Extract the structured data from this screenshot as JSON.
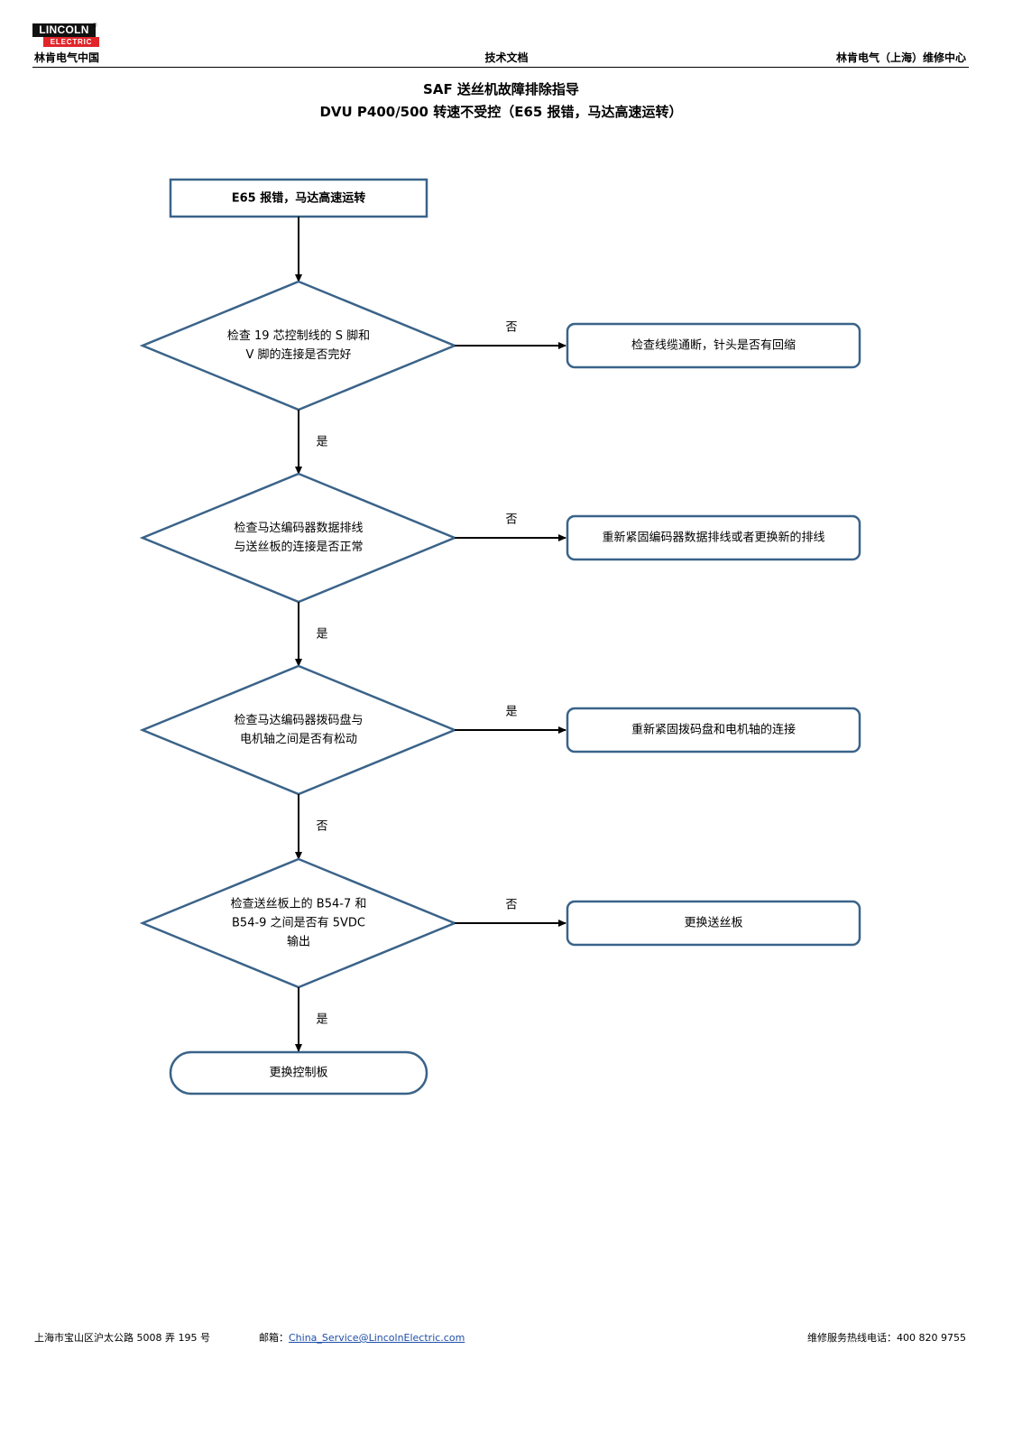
{
  "header": {
    "logo_top": "LINCOLN",
    "logo_bottom": "ELECTRIC",
    "logo_reg": "®",
    "left": "林肯电气中国",
    "center": "技术文档",
    "right": "林肯电气（上海）维修中心"
  },
  "title": {
    "line1": "SAF 送丝机故障排除指导",
    "line2": "DVU P400/500 转速不受控（E65 报错，马达高速运转）"
  },
  "colors": {
    "shape_stroke": "#3a6389",
    "arrow": "#000000",
    "logo_red": "#e0262b",
    "link": "#1f4ea8"
  },
  "flowchart": {
    "start": "E65 报错，马达高速运转",
    "decisions": [
      {
        "lines": [
          "检查 19 芯控制线的 S 脚和",
          "V 脚的连接是否完好"
        ]
      },
      {
        "lines": [
          "检查马达编码器数据排线",
          "与送丝板的连接是否正常"
        ]
      },
      {
        "lines": [
          "检查马达编码器拨码盘与",
          "电机轴之间是否有松动"
        ]
      },
      {
        "lines": [
          "检查送丝板上的 B54-7 和",
          "B54-9 之间是否有 5VDC",
          "输出"
        ]
      }
    ],
    "actions": [
      "检查线缆通断，针头是否有回缩",
      "重新紧固编码器数据排线或者更换新的排线",
      "重新紧固拨码盘和电机轴的连接",
      "更换送丝板"
    ],
    "side_labels": [
      "否",
      "否",
      "是",
      "否"
    ],
    "down_labels": [
      "是",
      "是",
      "否",
      "是"
    ],
    "end": "更换控制板"
  },
  "footer": {
    "address": "上海市宝山区沪太公路 5008 弄 195 号",
    "email_label": "邮箱：",
    "email": "China_Service@LincolnElectric.com",
    "hotline": "维修服务热线电话：400 820 9755"
  }
}
